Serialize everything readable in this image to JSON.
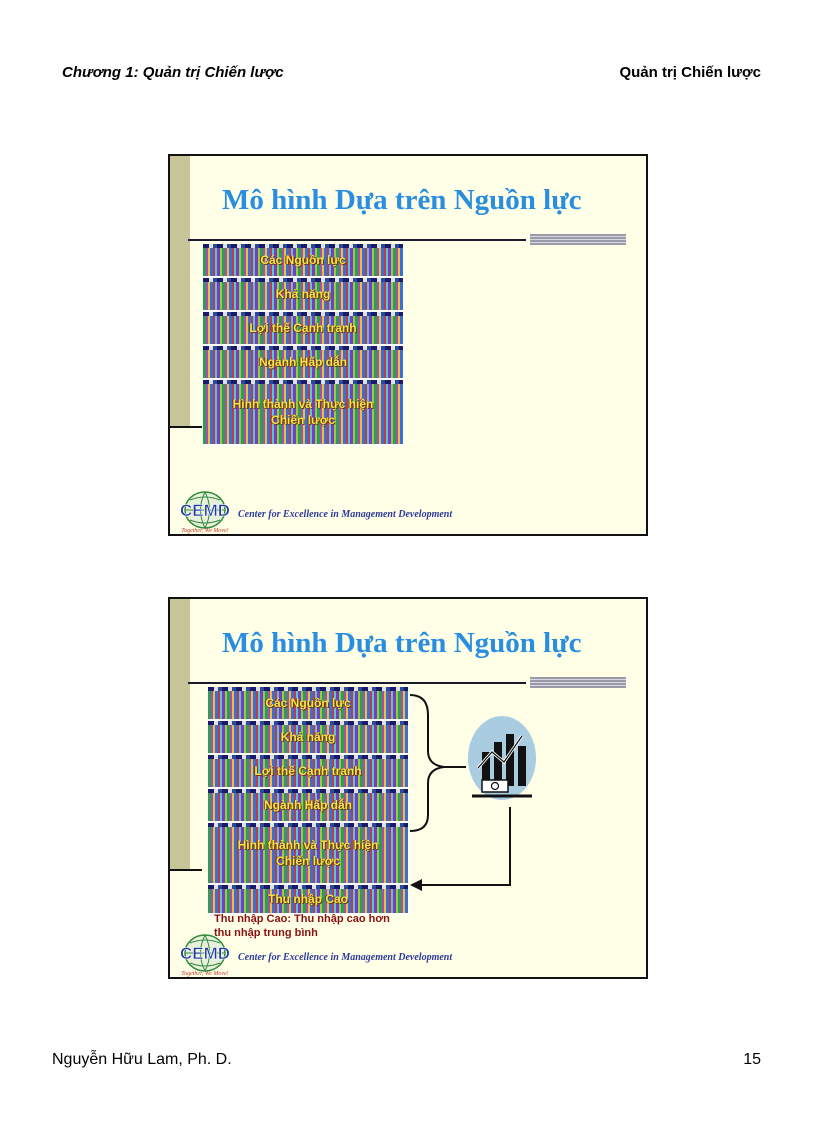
{
  "header": {
    "left": "Chương 1: Quản trị Chiến lược",
    "right": "Quản trị Chiến lược"
  },
  "footer": {
    "author": "Nguyễn Hữu Lam, Ph. D.",
    "page_number": "15"
  },
  "slides": [
    {
      "title": "Mô hình Dựa trên Nguồn lực",
      "boxes": [
        {
          "lines": [
            "Các Nguồn lực"
          ]
        },
        {
          "lines": [
            "Khả năng"
          ]
        },
        {
          "lines": [
            "Lợi thế Cạnh tranh"
          ]
        },
        {
          "lines": [
            "Ngành Hấp dẫn"
          ]
        },
        {
          "lines": [
            "Hình thành và Thực hiện",
            "Chiến lược"
          ]
        }
      ],
      "logo": {
        "text": "CEMD",
        "tagline": "Together, We Move!",
        "caption": "Center for Excellence in Management Development"
      }
    },
    {
      "title": "Mô hình Dựa trên Nguồn lực",
      "boxes": [
        {
          "lines": [
            "Các Nguồn lực"
          ]
        },
        {
          "lines": [
            "Khả năng"
          ]
        },
        {
          "lines": [
            "Lợi thế Cạnh tranh"
          ]
        },
        {
          "lines": [
            "Ngành Hấp dẫn"
          ]
        },
        {
          "lines": [
            "Hình thành và Thực hiện",
            "Chiến lược"
          ]
        },
        {
          "lines": [
            "Thu nhập Cao"
          ]
        }
      ],
      "note": [
        "Thu nhập Cao: Thu nhập cao hơn",
        "thu nhập trung bình"
      ],
      "icon": "financial-chart-money-icon",
      "logo": {
        "text": "CEMD",
        "tagline": "Together, We Move!",
        "caption": "Center for Excellence in Management Development"
      }
    }
  ]
}
